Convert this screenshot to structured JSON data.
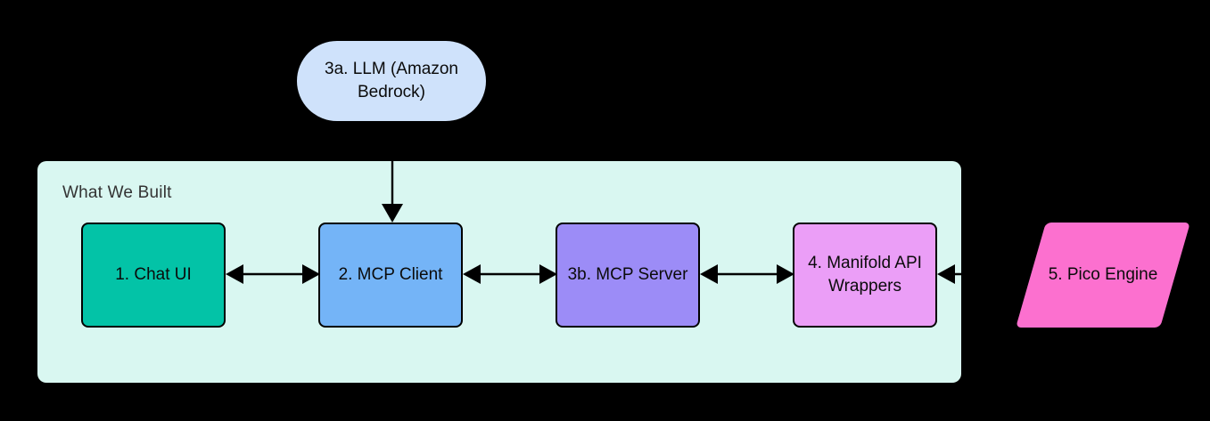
{
  "diagram": {
    "title_text_visible": false,
    "group": {
      "label": "What We Built",
      "fill": "#d9f7f1"
    },
    "nodes": [
      {
        "id": "llm",
        "label": "3a. LLM (Amazon Bedrock)",
        "shape": "stadium",
        "fill": "#cfe2fb",
        "border": "#000000"
      },
      {
        "id": "chat-ui",
        "label": "1. Chat UI",
        "shape": "rounded-rect",
        "fill": "#03c3a7",
        "border": "#000000"
      },
      {
        "id": "mcp-client",
        "label": "2. MCP Client",
        "shape": "rounded-rect",
        "fill": "#74b4f7",
        "border": "#000000"
      },
      {
        "id": "mcp-server",
        "label": "3b. MCP Server",
        "shape": "rounded-rect",
        "fill": "#9c8cf7",
        "border": "#000000"
      },
      {
        "id": "manifold",
        "label": "4. Manifold API Wrappers",
        "shape": "rounded-rect",
        "fill": "#eb9ef7",
        "border": "#000000"
      },
      {
        "id": "pico",
        "label": "5. Pico Engine",
        "shape": "parallelogram",
        "fill": "#fc70cf",
        "border": "none"
      }
    ],
    "edges": [
      {
        "id": "llm-to-mcp-client",
        "from": "llm",
        "to": "mcp-client",
        "direction": "down",
        "arrowheads": "end"
      },
      {
        "id": "chat-ui-mcp-client",
        "from": "chat-ui",
        "to": "mcp-client",
        "direction": "horizontal",
        "arrowheads": "both"
      },
      {
        "id": "mcp-client-mcp-server",
        "from": "mcp-client",
        "to": "mcp-server",
        "direction": "horizontal",
        "arrowheads": "both"
      },
      {
        "id": "mcp-server-manifold",
        "from": "mcp-server",
        "to": "manifold",
        "direction": "horizontal",
        "arrowheads": "both"
      },
      {
        "id": "pico-to-manifold",
        "from": "pico",
        "to": "manifold",
        "direction": "left",
        "arrowheads": "end"
      }
    ],
    "background": "#000000"
  }
}
